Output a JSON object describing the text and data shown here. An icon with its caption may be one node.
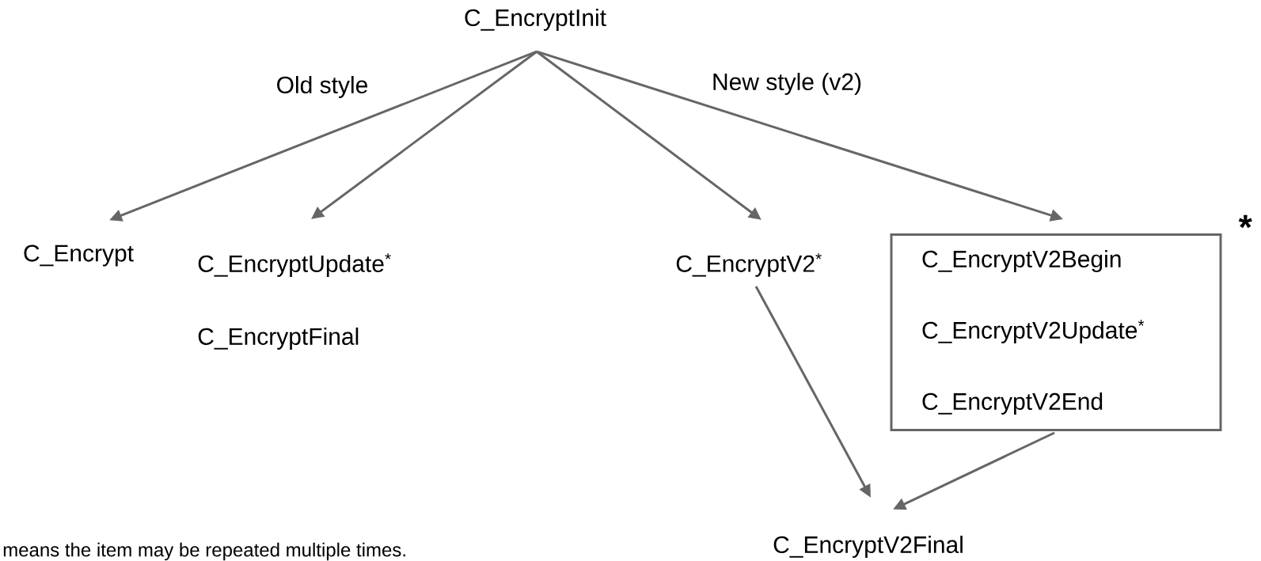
{
  "diagram": {
    "nodes": [
      {
        "text": [
          "C_EncryptInit"
        ]
      },
      {
        "text": [
          "C_Encrypt"
        ]
      },
      {
        "text": [
          "C_EncryptUpdate$^{*}$",
          "C_EncryptFinal"
        ]
      },
      {
        "text": [
          "C_EncryptV2$^{*}$"
        ]
      },
      {
        "text": [
          "C_EncryptV2Begin",
          "C_EncryptV2Update$^{*}$",
          "C_EncryptV2End"
        ],
        "beside": [
          "*"
        ]
      },
      {
        "text": [
          "C_EncryptV2Final"
        ]
      }
    ],
    "edges": [
      {
        "from": 0,
        "to": 1,
        "arrow": "to"
      },
      {
        "from": 0,
        "to": 2,
        "arrow": "to"
      },
      {
        "from": 0,
        "to": 3,
        "arrow": "to"
      },
      {
        "from": 0,
        "to": 4,
        "arrow": "to"
      },
      {
        "from": 3,
        "to": 5,
        "arrow": "to"
      },
      {
        "from": 4,
        "to": 5,
        "arrow": "to"
      }
    ],
    "labels": [
      "Old style",
      "New style (v2)",
      "means the item may be repeated multiple times."
    ]
  }
}
